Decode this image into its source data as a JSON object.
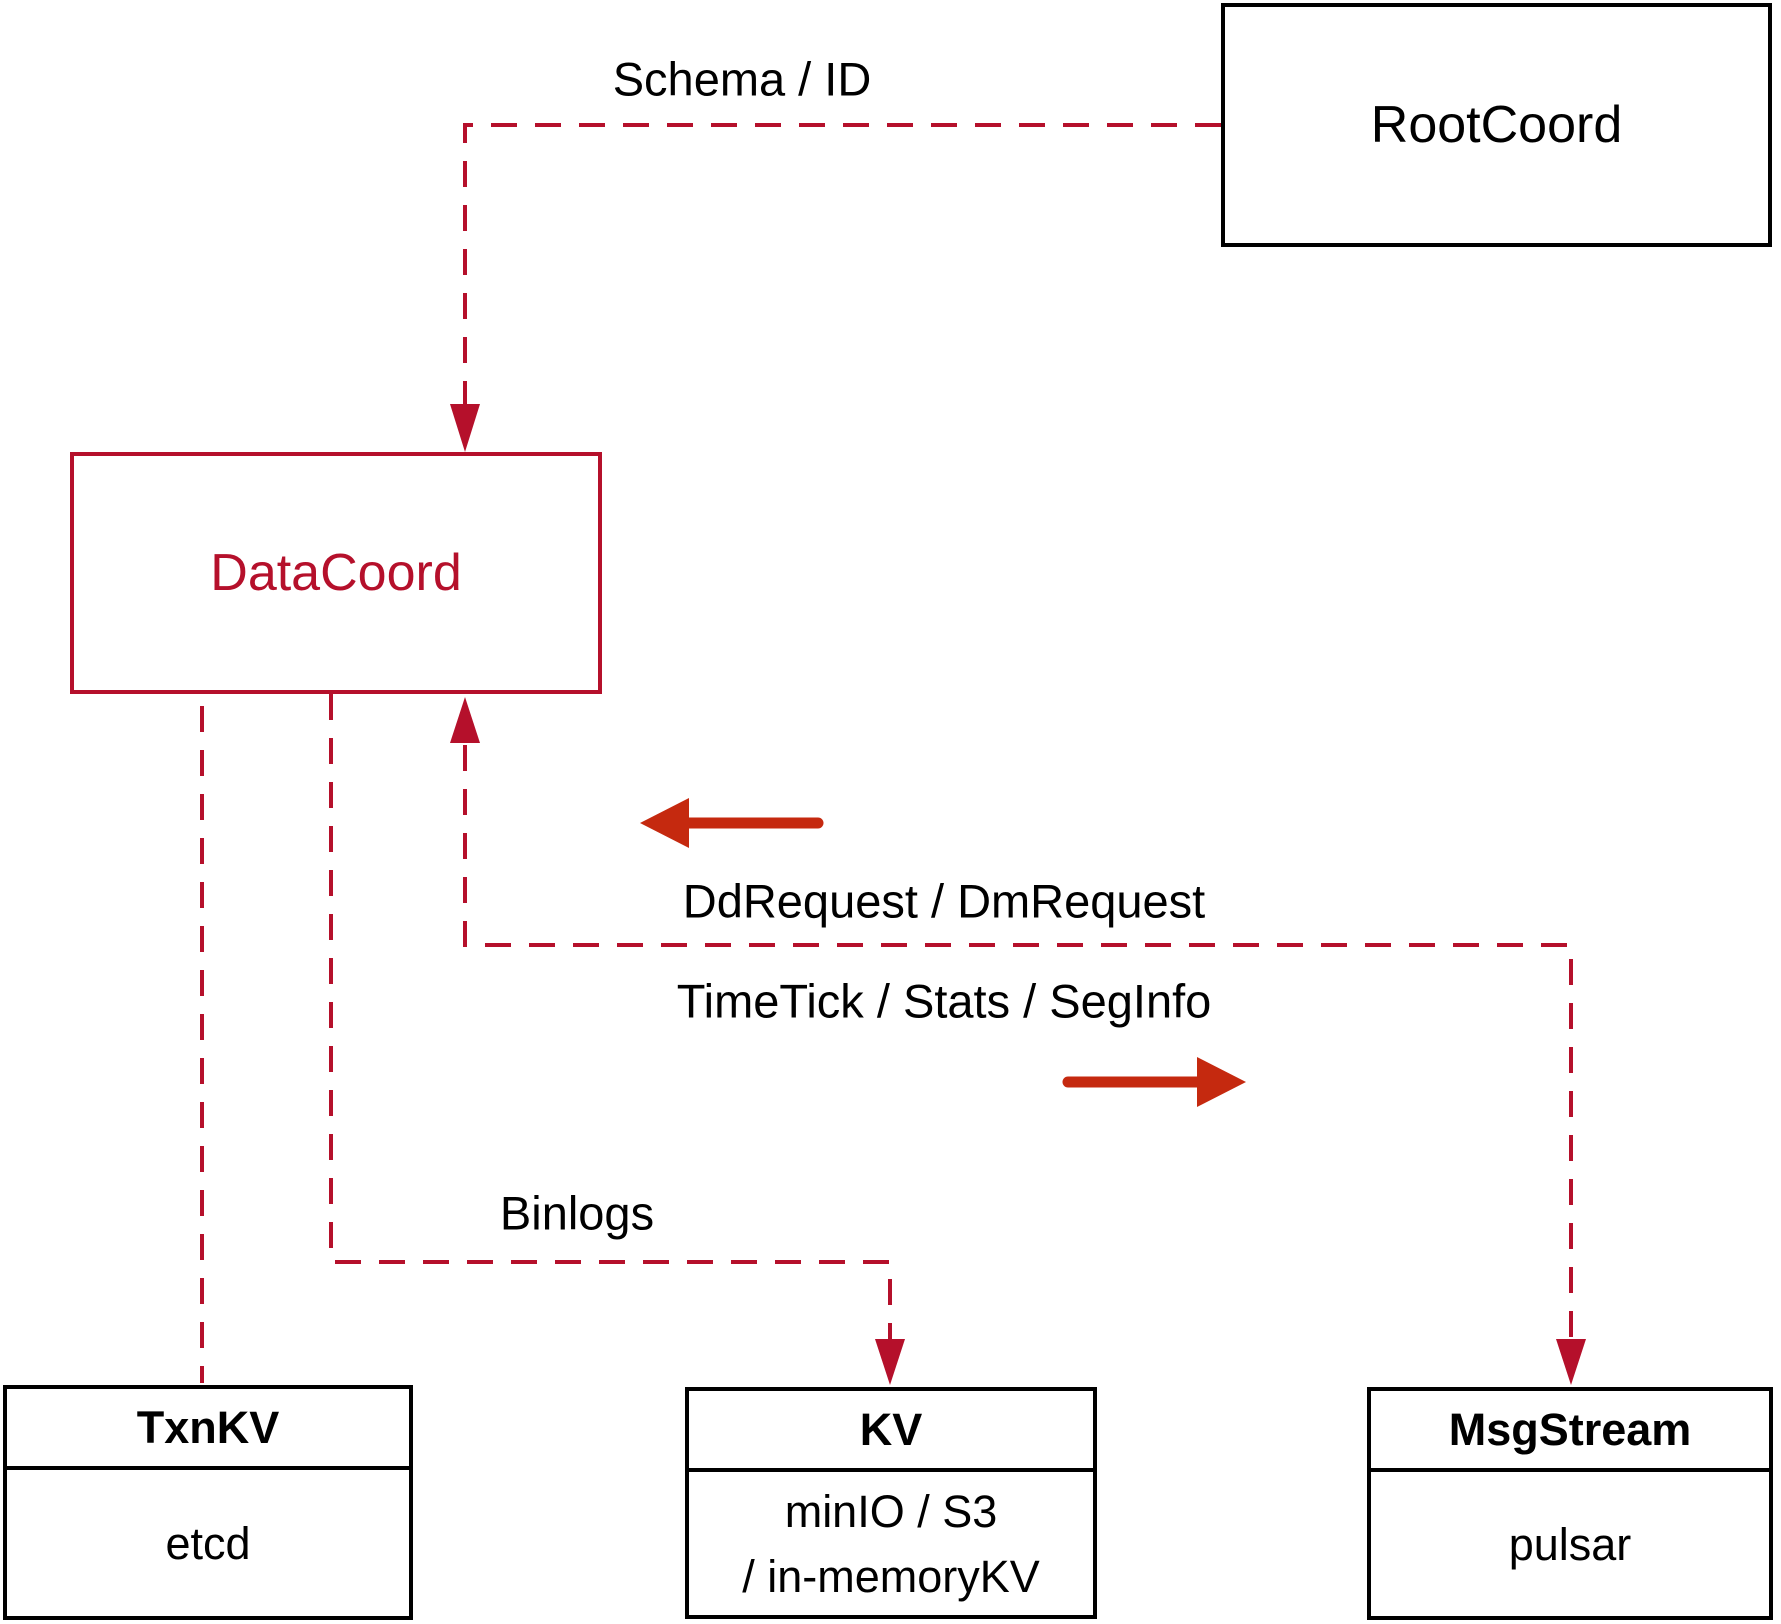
{
  "nodes": {
    "rootcoord": {
      "label": "RootCoord"
    },
    "datacoord": {
      "label": "DataCoord"
    },
    "txnkv": {
      "header": "TxnKV",
      "body": "etcd"
    },
    "kv": {
      "header": "KV",
      "body_line_1": "minIO / S3",
      "body_line_2": "/ in-memoryKV"
    },
    "msgstream": {
      "header": "MsgStream",
      "body": "pulsar"
    }
  },
  "edges": {
    "schema_id_label": "Schema / ID",
    "ddrequest_dmrequest_label": "DdRequest / DmRequest",
    "timetick_stats_seginfo_label": "TimeTick / Stats / SegInfo",
    "binlogs_label": "Binlogs"
  },
  "colors": {
    "crimson": "#b5102b",
    "vermilion": "#c5290f",
    "ink": "#000000"
  }
}
